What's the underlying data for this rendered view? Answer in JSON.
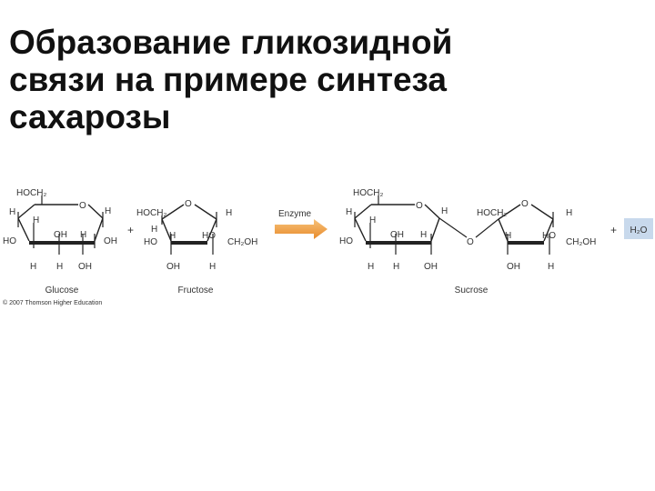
{
  "title": {
    "line1": "Образование гликозидной",
    "line2": "связи на примере синтеза",
    "line3": "сахарозы"
  },
  "figure": {
    "glucose_label": "Glucose",
    "fructose_label": "Fructose",
    "sucrose_label": "Sucrose",
    "enzyme_label": "Enzyme",
    "water_label": "H₂O",
    "plus": "+",
    "copyright": "© 2007 Thomson Higher Education",
    "atoms": {
      "hoch2": "HOCH₂",
      "ch2oh": "CH₂OH",
      "h": "H",
      "ho": "HO",
      "oh": "OH",
      "o": "O"
    }
  },
  "colors": {
    "arrow": "#f0a040",
    "water_box": "#c8d9ec",
    "bond": "#222222"
  }
}
